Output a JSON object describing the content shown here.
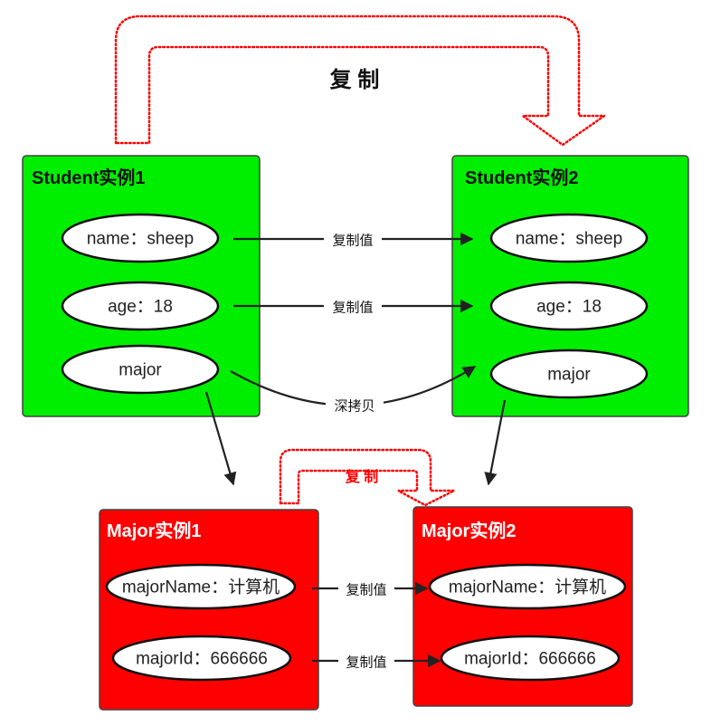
{
  "top_copy_label": "复 制",
  "mid_copy_label": "复 制",
  "student1": {
    "title": "Student实例1",
    "fields": [
      "name：sheep",
      "age：18",
      "major"
    ]
  },
  "student2": {
    "title": "Student实例2",
    "fields": [
      "name：sheep",
      "age：18",
      "major"
    ]
  },
  "major1": {
    "title": "Major实例1",
    "fields": [
      "majorName：计算机",
      "majorId：666666"
    ]
  },
  "major2": {
    "title": "Major实例2",
    "fields": [
      "majorName：计算机",
      "majorId：666666"
    ]
  },
  "arrow_labels": {
    "name": "复制值",
    "age": "复制值",
    "major": "深拷贝",
    "major_name": "复制值",
    "major_id": "复制值"
  },
  "colors": {
    "student_fill": "#00ee00",
    "major_fill": "#ff0000",
    "copy_arrow": "#ff0000",
    "border": "#444444"
  }
}
